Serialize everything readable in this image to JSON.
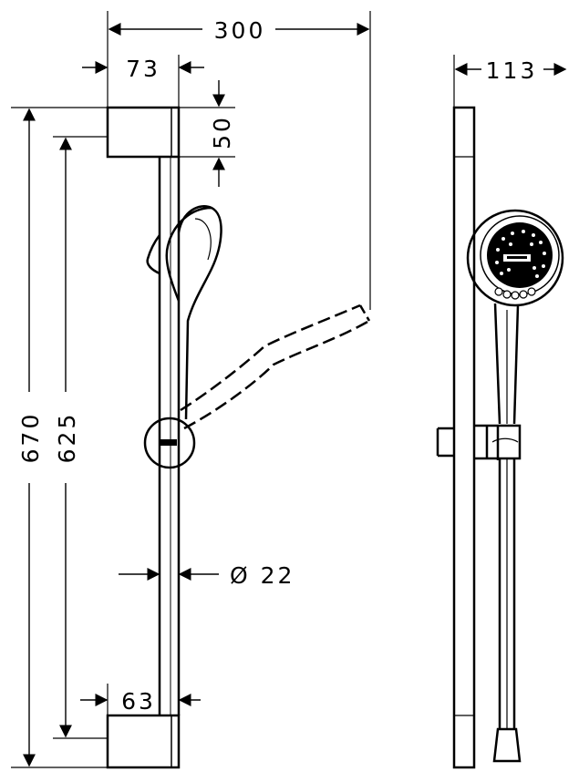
{
  "dimensions": {
    "total_width": "300",
    "bar_top_width": "73",
    "bracket_height": "50",
    "depth": "113",
    "overall_height": "670",
    "bracket_spacing": "625",
    "rail_diameter": "Ø 22",
    "bar_bottom_width": "63"
  },
  "colors": {
    "line": "#000000",
    "background": "#ffffff"
  }
}
